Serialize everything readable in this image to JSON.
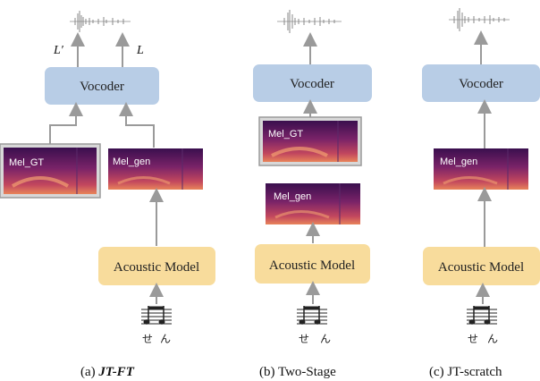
{
  "panels": [
    {
      "caption_prefix": "(a) ",
      "caption_main": "JT-FT",
      "vocoder": "Vocoder",
      "acoustic": "Acoustic Model",
      "mel_gt": "Mel_GT",
      "mel_gen": "Mel_gen",
      "loss_left": "L′",
      "loss_right": "L",
      "kana": [
        "せ",
        "ん"
      ]
    },
    {
      "caption": "(b) Two-Stage",
      "vocoder": "Vocoder",
      "acoustic": "Acoustic Model",
      "mel_gt": "Mel_GT",
      "mel_gen": "Mel_gen",
      "kana": [
        "せ",
        "ん"
      ]
    },
    {
      "caption": "(c) JT-scratch",
      "vocoder": "Vocoder",
      "acoustic": "Acoustic Model",
      "mel_gen": "Mel_gen",
      "kana": [
        "せ",
        "ん"
      ]
    }
  ],
  "colors": {
    "vocoder_fill": "#b8cde6",
    "acoustic_fill": "#f8dc9c",
    "arrow": "#9a9a9a",
    "mel_dark": "#2a0a3c",
    "mel_mid": "#8a2a6a",
    "mel_light": "#e0785a"
  }
}
